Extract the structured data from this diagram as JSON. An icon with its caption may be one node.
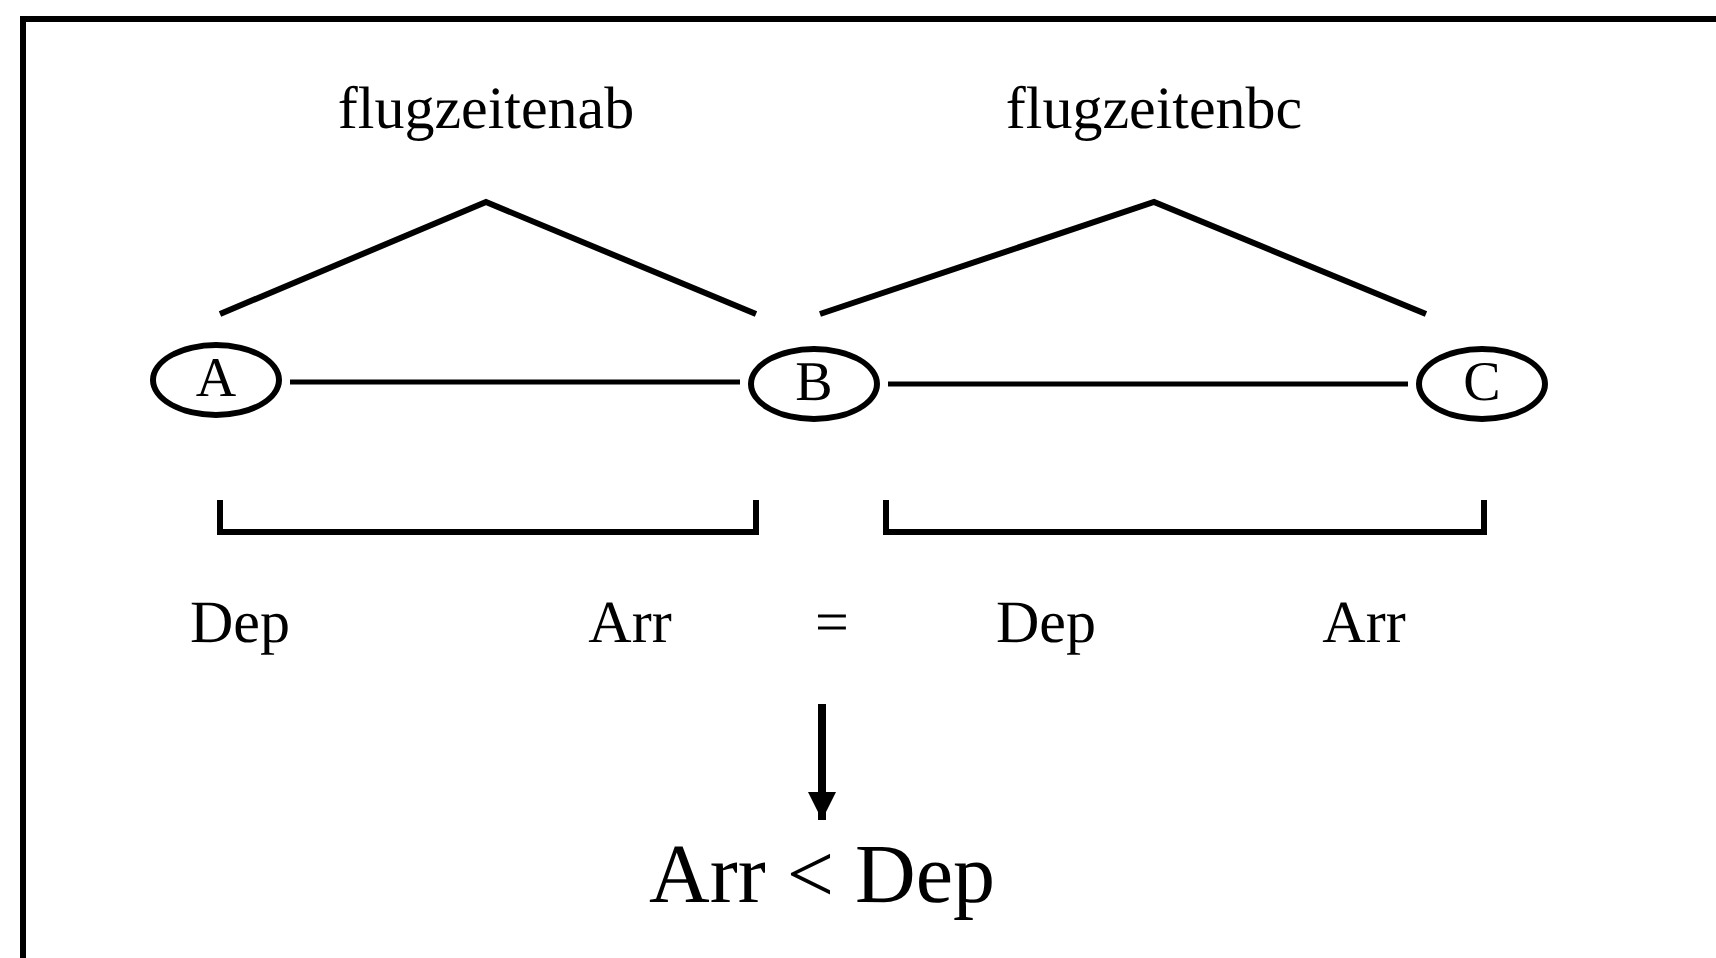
{
  "diagram": {
    "nodes": [
      {
        "text": [
          "A"
        ]
      },
      {
        "text": [
          "B"
        ]
      },
      {
        "text": [
          "C"
        ]
      },
      {
        "text": [
          "Arr < Dep"
        ]
      }
    ],
    "edges": [
      {
        "from": 0,
        "to": 1,
        "arrow": "none"
      },
      {
        "from": 1,
        "to": 2,
        "arrow": "none"
      },
      {
        "from": null,
        "to": 3,
        "arrow": "to"
      }
    ],
    "labels": [
      "flugzeitenab",
      "flugzeitenbc",
      "Dep",
      "Arr",
      "=",
      "Dep",
      "Arr"
    ]
  }
}
